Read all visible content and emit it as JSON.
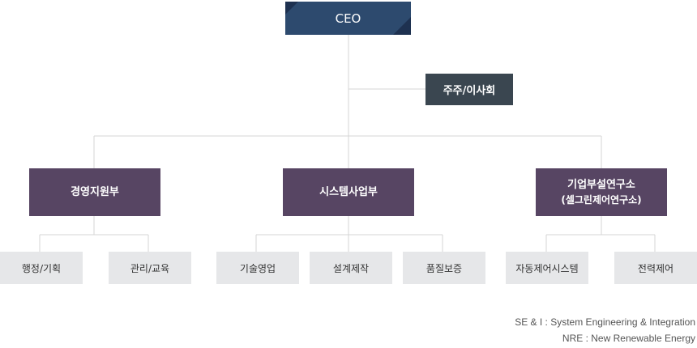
{
  "ceo": "CEO",
  "board": "주주/이사회",
  "departments": [
    {
      "name": "경영지원부",
      "sub": ""
    },
    {
      "name": "시스템사업부",
      "sub": ""
    },
    {
      "name": "기업부설연구소",
      "sub": "(셀그린제어연구소)"
    }
  ],
  "teams": [
    "행정/기획",
    "관리/교육",
    "기술영업",
    "설계제작",
    "품질보증",
    "자동제어시스템",
    "전력제어"
  ],
  "legend": [
    "SE & I : System Engineering & Integration",
    "NRE : New Renewable Energy"
  ]
}
